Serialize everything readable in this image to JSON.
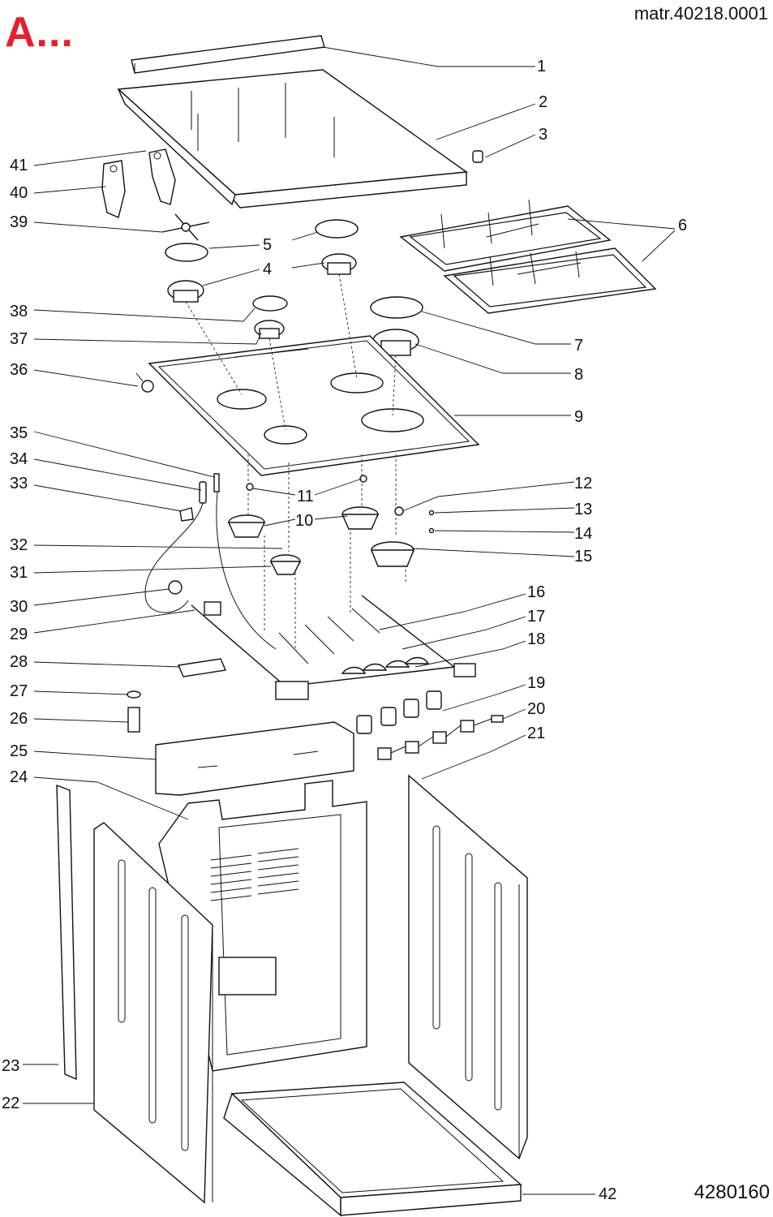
{
  "header": {
    "section_mark": "A...",
    "matr": "matr.40218.0001"
  },
  "footer": {
    "document_number": "4280160"
  },
  "callouts": [
    "1",
    "2",
    "3",
    "4",
    "5",
    "6",
    "7",
    "8",
    "9",
    "10",
    "11",
    "12",
    "13",
    "14",
    "15",
    "16",
    "17",
    "18",
    "19",
    "20",
    "21",
    "22",
    "23",
    "24",
    "25",
    "26",
    "27",
    "28",
    "29",
    "30",
    "31",
    "32",
    "33",
    "34",
    "35",
    "36",
    "37",
    "38",
    "39",
    "40",
    "41",
    "42"
  ],
  "colors": {
    "accent": "#e5202e",
    "line": "#111111",
    "background": "#ffffff"
  }
}
